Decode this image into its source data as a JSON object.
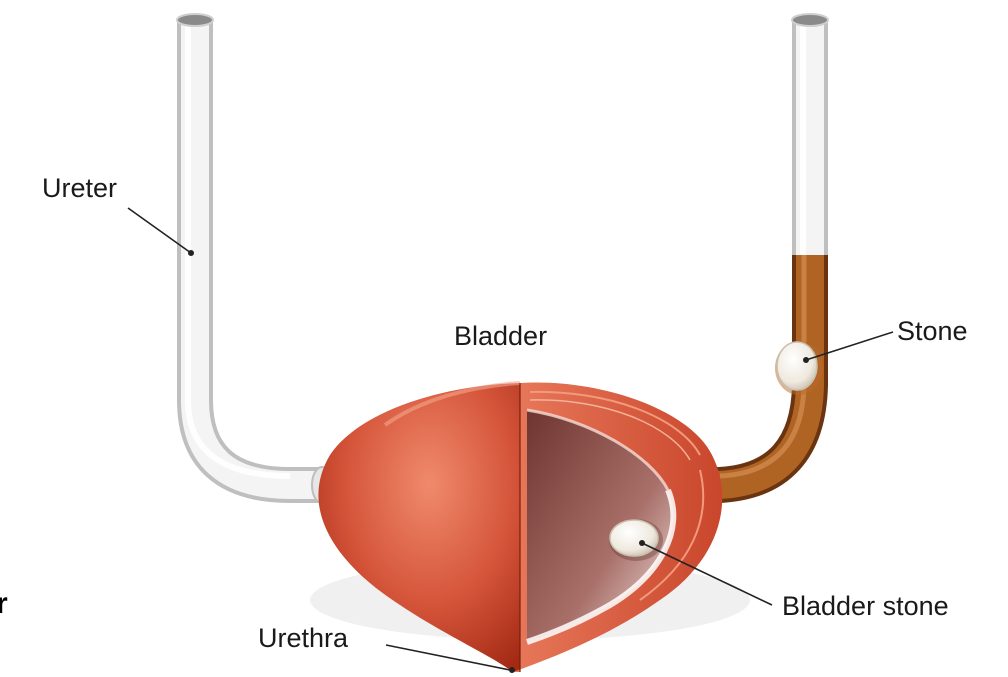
{
  "labels": {
    "ureter": "Ureter",
    "bladder": "Bladder",
    "stone": "Stone",
    "bladder_stone": "Bladder stone",
    "urethra": "Urethra",
    "edge_fragment": "r"
  },
  "colors": {
    "background": "#ffffff",
    "tube_white": "#f2f2f2",
    "tube_shadow": "#c9c9c9",
    "bladder_red": "#d8563c",
    "bladder_dark": "#b8321c",
    "bladder_inner": "#8c4a44",
    "ureter_brown": "#a55a1c",
    "stone_white": "#f6f2ea",
    "leader_line": "#222222"
  }
}
